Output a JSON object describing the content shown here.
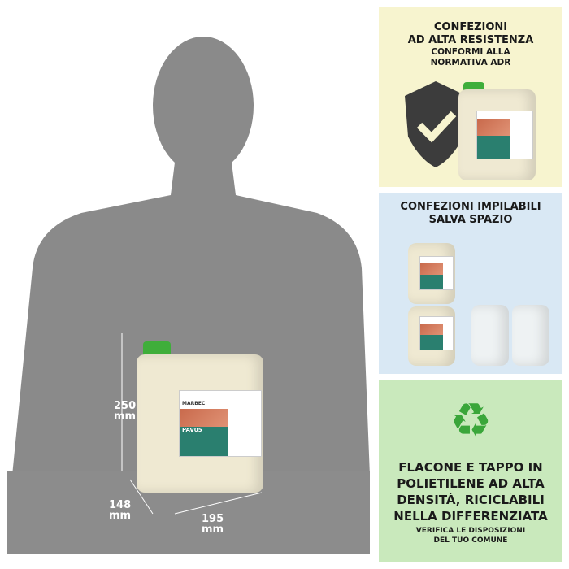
{
  "dimensions": {
    "height": "250\nmm",
    "depth": "148\nmm",
    "width": "195\nmm"
  },
  "product": {
    "brand": "MARBEC",
    "name": "PAV05"
  },
  "panels": {
    "resistance": {
      "title": "CONFEZIONI\nAD ALTA RESISTENZA",
      "subtitle": "CONFORMI ALLA\nNORMATIVA ADR",
      "icon": "shield-check-icon",
      "bg": "#f7f4cf"
    },
    "stackable": {
      "title": "CONFEZIONI IMPILABILI\nSALVA SPAZIO",
      "bg": "#d9e8f4"
    },
    "recycle": {
      "title": "FLACONE E TAPPO IN\nPOLIETILENE AD ALTA\nDENSITÀ, RICICLABILI\nNELLA DIFFERENZIATA",
      "subtitle": "VERIFICA LE DISPOSIZIONI\nDEL TUO COMUNE",
      "icon": "recycle-icon",
      "bg": "#c9e9bc",
      "icon_color": "#3aa63a"
    }
  }
}
